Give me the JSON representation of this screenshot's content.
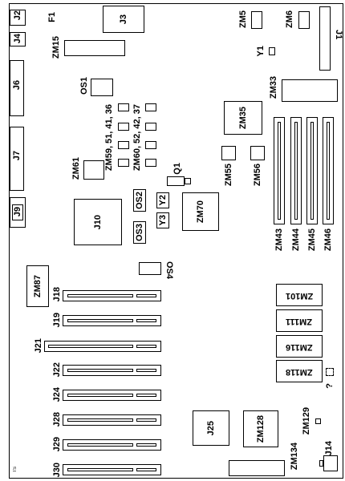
{
  "connectors": {
    "j1": "J1",
    "j2": "J2",
    "j3": "J3",
    "j4": "J4",
    "j6": "J6",
    "j7": "J7",
    "j9": "J9",
    "j10": "J10",
    "j14": "J14",
    "j18": "J18",
    "j19": "J19",
    "j21": "J21",
    "j22": "J22",
    "j24": "J24",
    "j25": "J25",
    "j28": "J28",
    "j29": "J29",
    "j30": "J30"
  },
  "components": {
    "f1": "F1",
    "q1": "Q1",
    "y1": "Y1",
    "y2": "Y2",
    "y3": "Y3",
    "os1": "OS1",
    "os2": "OS2",
    "os3": "OS3",
    "os4": "OS4"
  },
  "zm_labels": {
    "zm5": "ZM5",
    "zm6": "ZM6",
    "zm15": "ZM15",
    "zm33": "ZM33",
    "zm35": "ZM35",
    "zm43": "ZM43",
    "zm44": "ZM44",
    "zm45": "ZM45",
    "zm46": "ZM46",
    "zm55": "ZM55",
    "zm56": "ZM56",
    "zm59": "ZM59, 51, 41, 36",
    "zm60": "ZM60, 52, 42, 37",
    "zm61": "ZM61",
    "zm70": "ZM70",
    "zm87": "ZM87",
    "zm101": "ZM101",
    "zm111": "ZM111",
    "zm116": "ZM116",
    "zm118": "ZM118",
    "zm128": "ZM128",
    "zm129": "ZM129",
    "zm134": "ZM134"
  },
  "misc": {
    "corner_mark": "TS",
    "question_mark": "?"
  }
}
